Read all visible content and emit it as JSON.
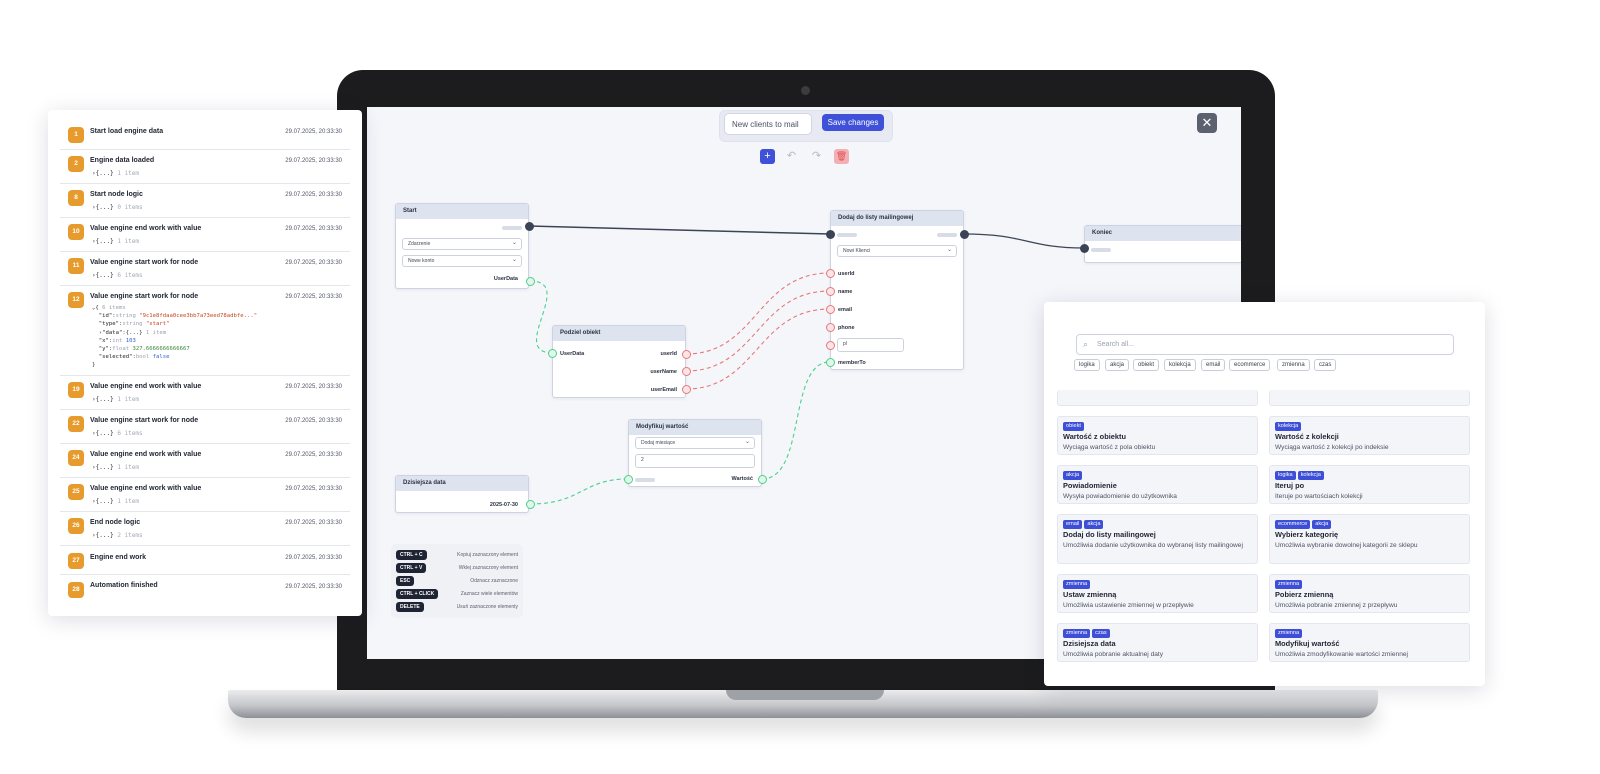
{
  "editor": {
    "workflow_name": "New clients to mail",
    "save_label": "Save changes",
    "add_glyph": "+",
    "undo_glyph": "↶",
    "redo_glyph": "↷",
    "delete_glyph": "🗑",
    "close_glyph": "✕",
    "colors": {
      "accent": "#3e51d8",
      "edge_red": "#e87878",
      "edge_green": "#4bd08a",
      "edge_dark": "#3b4456",
      "log_badge": "#e79b2d"
    }
  },
  "nodes": {
    "start": {
      "title": "Start",
      "select1": "Zdarzenie",
      "select2": "Nowe konto",
      "output": "UserData"
    },
    "split": {
      "title": "Podziel obiekt",
      "input": "UserData",
      "outputs": [
        "userId",
        "userName",
        "userEmail"
      ]
    },
    "mailing": {
      "title": "Dodaj do listy mailingowej",
      "select": "Nowi Klienci",
      "inputs": [
        "userId",
        "name",
        "email",
        "phone"
      ],
      "field_value": "pl",
      "last_input": "memberTo"
    },
    "end": {
      "title": "Koniec"
    },
    "modify": {
      "title": "Modyfikuj wartość",
      "select": "Dodaj miesiące",
      "value": "2",
      "output": "Wartość"
    },
    "today": {
      "title": "Dzisiejsza data",
      "output": "2025-07-30"
    }
  },
  "shortcuts": [
    {
      "key": "CTRL + C",
      "desc": "Kopiuj zaznaczony element"
    },
    {
      "key": "CTRL + V",
      "desc": "Wklej zaznaczony element"
    },
    {
      "key": "ESC",
      "desc": "Odznacz zaznaczone"
    },
    {
      "key": "CTRL + CLICK",
      "desc": "Zaznacz wiele elementów"
    },
    {
      "key": "DELETE",
      "desc": "Usuń zaznaczone elementy"
    }
  ],
  "log": {
    "entries": [
      {
        "n": "1",
        "title": "Start load engine data",
        "time": "29.07.2025, 20:33:30"
      },
      {
        "n": "2",
        "title": "Engine data loaded",
        "time": "29.07.2025, 20:33:30",
        "detail": "›{...}",
        "count": "1 item"
      },
      {
        "n": "8",
        "title": "Start node logic",
        "time": "29.07.2025, 20:33:30",
        "detail": "›{...}",
        "count": "0 items"
      },
      {
        "n": "10",
        "title": "Value engine end work with value",
        "time": "29.07.2025, 20:33:30",
        "detail": "›{...}",
        "count": "1 item"
      },
      {
        "n": "11",
        "title": "Value engine start work for node",
        "time": "29.07.2025, 20:33:30",
        "detail": "›{...}",
        "count": "6 items"
      },
      {
        "n": "12",
        "title": "Value engine start work for node",
        "time": "29.07.2025, 20:33:30"
      },
      {
        "n": "19",
        "title": "Value engine end work with value",
        "time": "29.07.2025, 20:33:30",
        "detail": "›{...}",
        "count": "1 item"
      },
      {
        "n": "22",
        "title": "Value engine start work for node",
        "time": "29.07.2025, 20:33:30",
        "detail": "›{...}",
        "count": "6 items"
      },
      {
        "n": "24",
        "title": "Value engine end work with value",
        "time": "29.07.2025, 20:33:30",
        "detail": "›{...}",
        "count": "1 item"
      },
      {
        "n": "25",
        "title": "Value engine end work with value",
        "time": "29.07.2025, 20:33:30",
        "detail": "›{...}",
        "count": "1 item"
      },
      {
        "n": "26",
        "title": "End node logic",
        "time": "29.07.2025, 20:33:30",
        "detail": "›{...}",
        "count": "2 items"
      },
      {
        "n": "27",
        "title": "Engine end work",
        "time": "29.07.2025, 20:33:30"
      },
      {
        "n": "28",
        "title": "Automation finished",
        "time": "29.07.2025, 20:33:30"
      }
    ],
    "json": {
      "open": "⌄{",
      "count": "6 items",
      "id_key": "\"id\"",
      "id_type": "string",
      "id_val": "\"9c1e8fdaa0cee3bb7a73eed78adbfe...\"",
      "type_key": "\"type\"",
      "type_type": "string",
      "type_val": "\"start\"",
      "data_key": "›\"data\"",
      "data_val": "{...}",
      "data_count": "1 item",
      "x_key": "\"x\"",
      "x_type": "int",
      "x_val": "103",
      "y_key": "\"y\"",
      "y_type": "float",
      "y_val": "327.6666666666667",
      "sel_key": "\"selected\"",
      "sel_type": "bool",
      "sel_val": "false",
      "close": "}"
    }
  },
  "library": {
    "search_placeholder": "Search all...",
    "search_icon": "⌕",
    "tags": [
      "logika",
      "akcja",
      "obiekt",
      "kolekcja",
      "email",
      "ecommerce",
      "zmienna",
      "czas"
    ],
    "cards": [
      {
        "badges": [
          "obiekt"
        ],
        "title": "Wartość z obiektu",
        "desc": "Wyciąga wartość z pola obiektu"
      },
      {
        "badges": [
          "kolekcja"
        ],
        "title": "Wartość z kolekcji",
        "desc": "Wyciąga wartość z kolekcji po indeksie"
      },
      {
        "badges": [
          "akcja"
        ],
        "title": "Powiadomienie",
        "desc": "Wysyła powiadomienie do użytkownika"
      },
      {
        "badges": [
          "logika",
          "kolekcja"
        ],
        "title": "Iteruj po",
        "desc": "Iteruje po wartościach kolekcji"
      },
      {
        "badges": [
          "email",
          "akcja"
        ],
        "title": "Dodaj do listy mailingowej",
        "desc": "Umożliwia dodanie użytkownika do wybranej listy mailingowej"
      },
      {
        "badges": [
          "ecommerce",
          "akcja"
        ],
        "title": "Wybierz kategorię",
        "desc": "Umożliwia wybranie dowolnej kategorii ze sklepu"
      },
      {
        "badges": [
          "zmienna"
        ],
        "title": "Ustaw zmienną",
        "desc": "Umożliwia ustawienie zmiennej w przepływie"
      },
      {
        "badges": [
          "zmienna"
        ],
        "title": "Pobierz zmienną",
        "desc": "Umożliwia pobranie zmiennej z przepływu"
      },
      {
        "badges": [
          "zmienna",
          "czas"
        ],
        "title": "Dzisiejsza data",
        "desc": "Umożliwia pobranie aktualnej daty"
      },
      {
        "badges": [
          "zmienna"
        ],
        "title": "Modyfikuj wartość",
        "desc": "Umożliwia zmodyfikowanie wartości zmiennej"
      }
    ]
  }
}
